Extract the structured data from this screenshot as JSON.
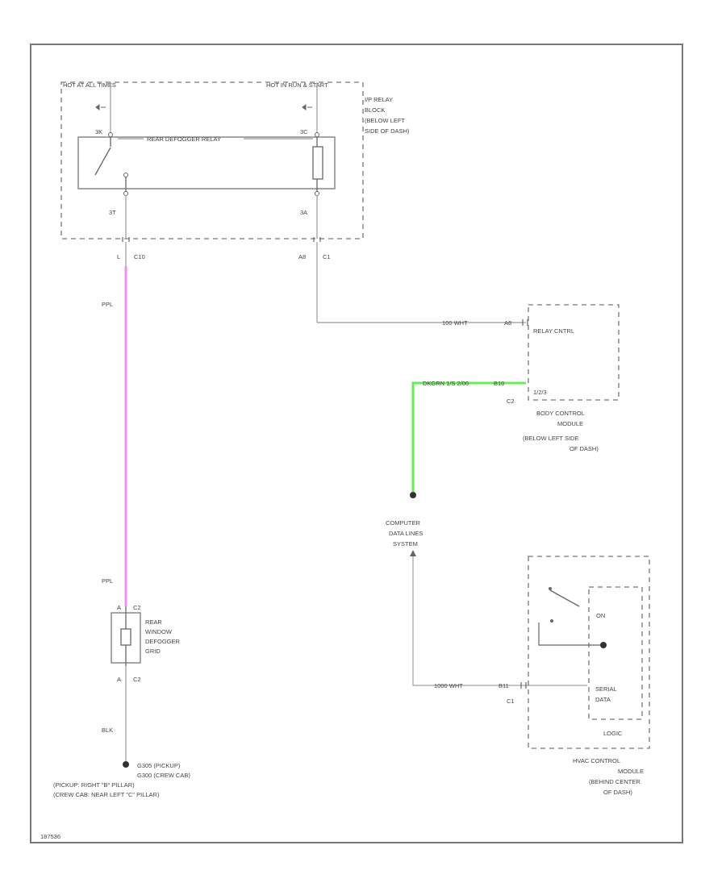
{
  "colors": {
    "ppl_wire": "#f090f0",
    "data_line_wire": "#66ee55",
    "plain_wire": "#a0a0a0",
    "outline": "#666666"
  },
  "relay_block": {
    "feed_left": "HOT AT ALL TIMES",
    "feed_right": "HOT IN RUN & START",
    "name": "REAR DEFOGGER RELAY",
    "pin_top_left": "3K",
    "pin_top_right": "3C",
    "pin_bottom_left": "3T",
    "pin_bottom_right": "3A",
    "location_1": "I/P RELAY",
    "location_2": "BLOCK",
    "location_3": "(BELOW LEFT",
    "location_4": "SIDE OF DASH)",
    "conn_left_pin": "L",
    "conn_left_id": "C10",
    "conn_right_pin": "A8",
    "conn_right_id": "C1"
  },
  "wires": {
    "ppl_top": "PPL",
    "ppl_bottom": "PPL",
    "relay_ctrl_wire": "100 WHT",
    "data_line_wire": "DKGRN 1/S 2/00",
    "data_line_pin": "B10",
    "serial_data_wire": "1000 WHT",
    "serial_data_pin": "B11",
    "ground_wire": "BLK"
  },
  "bcm": {
    "pin_relay": "A8",
    "relay_ctrl": "RELAY CNTRL",
    "data_line_label": "1/2/3",
    "conn_id": "C2",
    "name_1": "BODY CONTROL",
    "name_2": "MODULE",
    "name_3": "(BELOW LEFT SIDE",
    "name_4": "OF DASH)"
  },
  "computer_data": {
    "line_1": "COMPUTER",
    "line_2": "DATA LINES",
    "line_3": "SYSTEM"
  },
  "grid": {
    "pin_top": "A",
    "conn_top": "C2",
    "pin_bottom": "A",
    "conn_bottom": "C2",
    "name_1": "REAR",
    "name_2": "WINDOW",
    "name_3": "DEFOGGER",
    "name_4": "GRID"
  },
  "ground": {
    "line_1": "G305 (PICKUP)",
    "line_2": "G300 (CREW CAB)",
    "line_3": "(PICKUP: RIGHT \"B\" PILLAR)",
    "line_4": "(CREW CAB: NEAR LEFT \"C\" PILLAR)"
  },
  "hvac": {
    "switch_on": "ON",
    "serial_1": "SERIAL",
    "serial_2": "DATA",
    "logic": "LOGIC",
    "conn_id": "C1",
    "name_1": "HVAC CONTROL",
    "name_2": "MODULE",
    "name_3": "(BEHIND CENTER",
    "name_4": "OF DASH)"
  },
  "figure_id": "187536"
}
